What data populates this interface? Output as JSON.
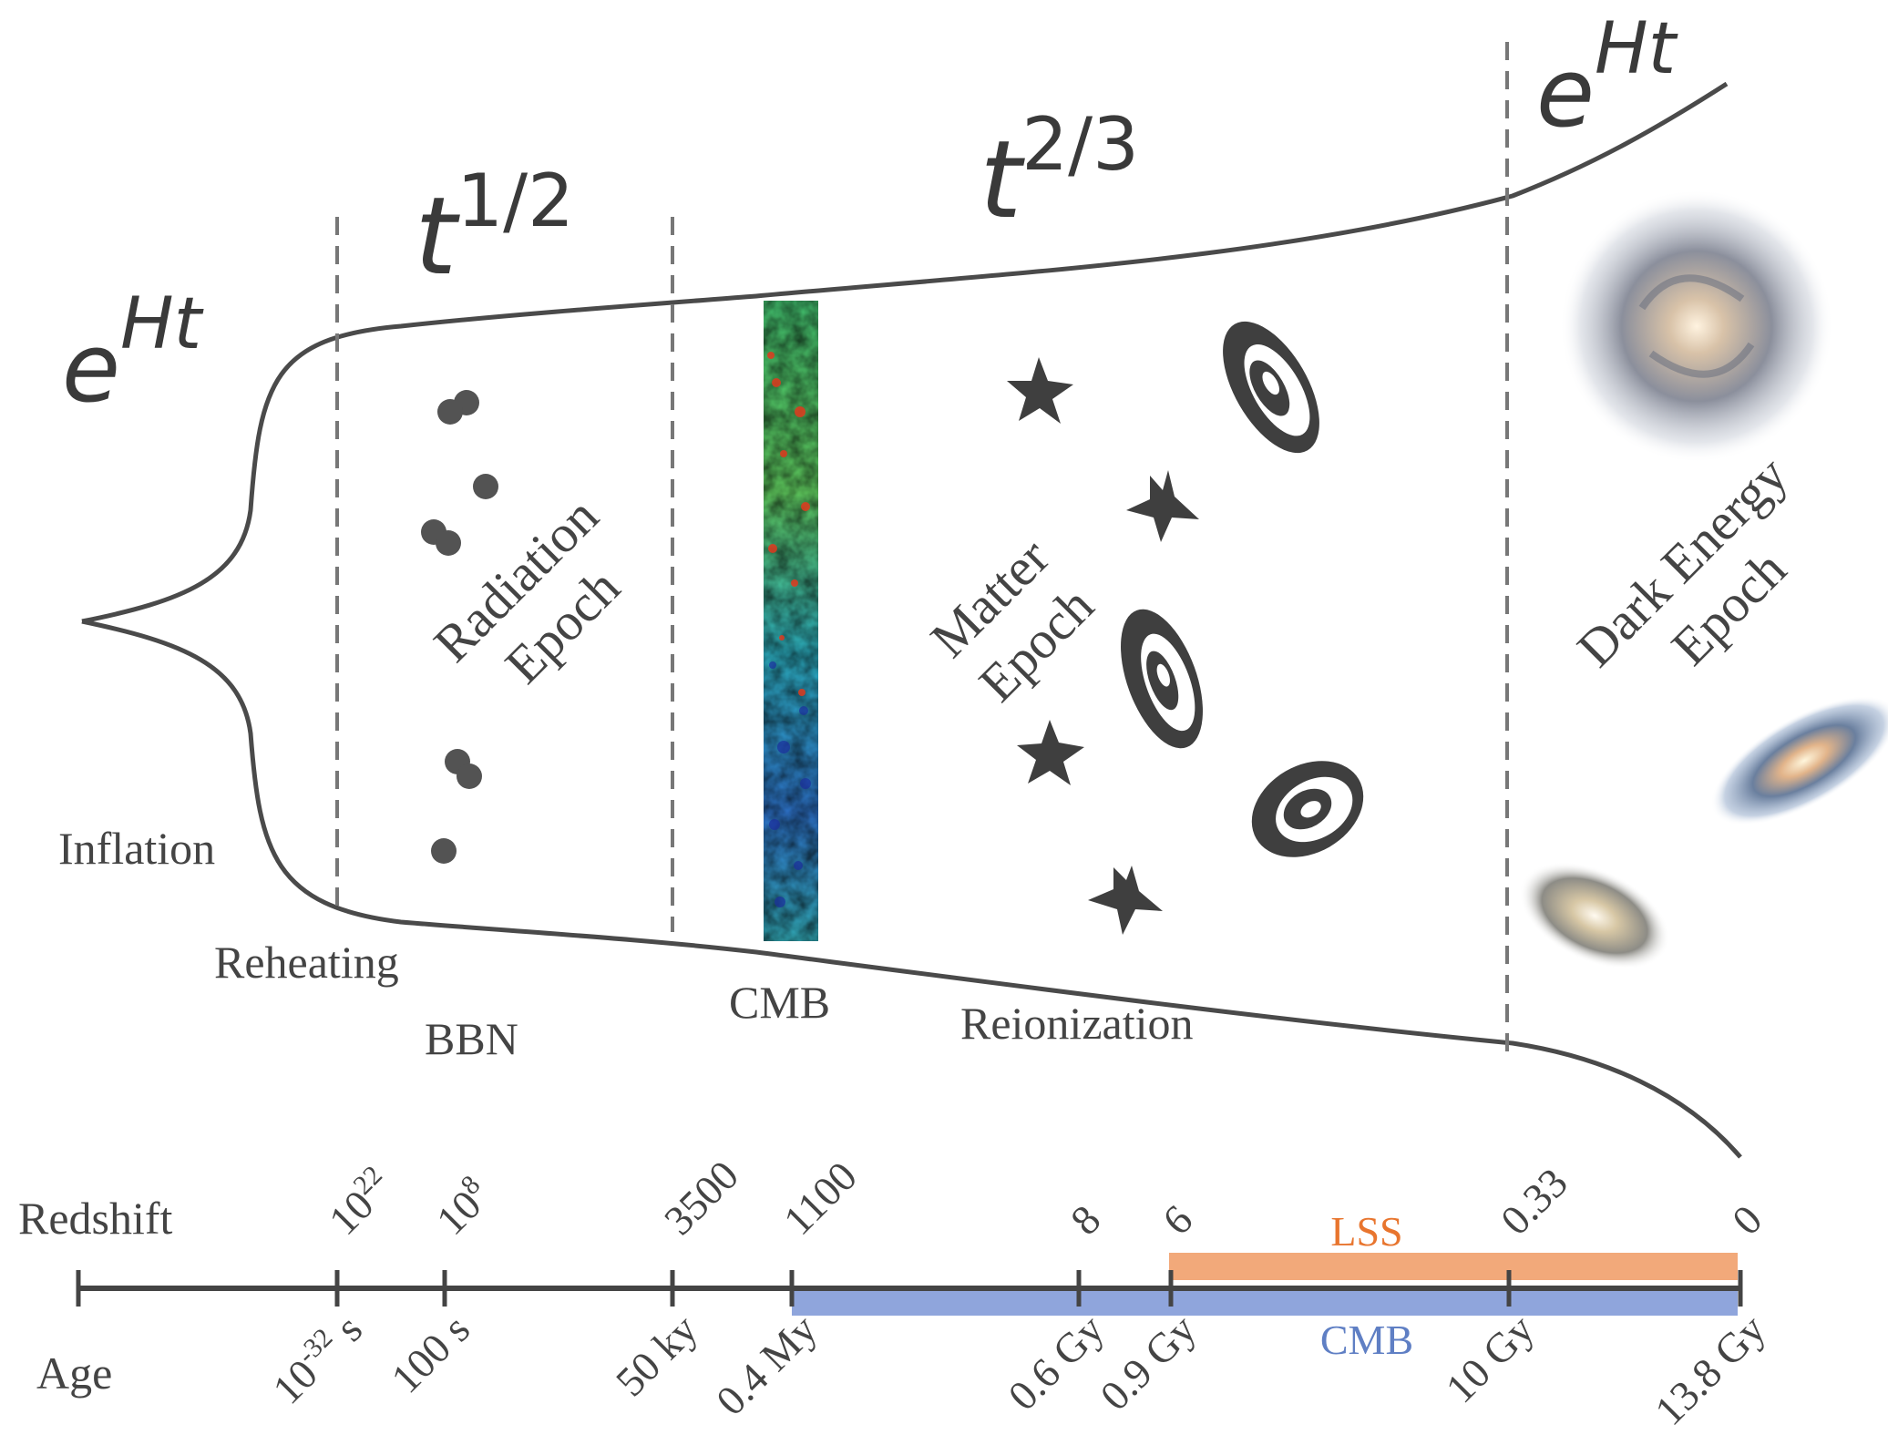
{
  "expansion": {
    "inflation_law_base": "e",
    "inflation_law_exp": "Ht",
    "radiation_law_base": "t",
    "radiation_law_exp": "1/2",
    "matter_law_base": "t",
    "matter_law_exp": "2/3",
    "dark_energy_law_base": "e",
    "dark_energy_law_exp": "Ht"
  },
  "epochs": {
    "radiation_line1": "Radiation",
    "radiation_line2": "Epoch",
    "matter_line1": "Matter",
    "matter_line2": "Epoch",
    "dark_energy_line1": "Dark Energy",
    "dark_energy_line2": "Epoch"
  },
  "events": {
    "inflation": "Inflation",
    "reheating": "Reheating",
    "bbn": "BBN",
    "cmb": "CMB",
    "reionization": "Reionization"
  },
  "timeline": {
    "redshift_label": "Redshift",
    "age_label": "Age",
    "redshifts": [
      {
        "base": "10",
        "exp": "22"
      },
      {
        "base": "10",
        "exp": "8"
      },
      {
        "base": "3500",
        "exp": ""
      },
      {
        "base": "1100",
        "exp": ""
      },
      {
        "base": "8",
        "exp": ""
      },
      {
        "base": "6",
        "exp": ""
      },
      {
        "base": "0.33",
        "exp": ""
      },
      {
        "base": "0",
        "exp": ""
      }
    ],
    "ages": [
      {
        "base": "10",
        "exp": "-32",
        "unit": " s"
      },
      {
        "base": "100 s",
        "exp": "",
        "unit": ""
      },
      {
        "base": "50 ky",
        "exp": "",
        "unit": ""
      },
      {
        "base": "0.4 My",
        "exp": "",
        "unit": ""
      },
      {
        "base": "0.6 Gy",
        "exp": "",
        "unit": ""
      },
      {
        "base": "0.9 Gy",
        "exp": "",
        "unit": ""
      },
      {
        "base": "10 Gy",
        "exp": "",
        "unit": ""
      },
      {
        "base": "13.8 Gy",
        "exp": "",
        "unit": ""
      }
    ],
    "bands": {
      "lss_label": "LSS",
      "cmb_label": "CMB"
    }
  },
  "colors": {
    "lss_band": "#f2a97a",
    "lss_text": "#e8752e",
    "cmb_band": "#8fa5dc",
    "cmb_text": "#5f7fc4",
    "curve": "#4a4a4a"
  }
}
